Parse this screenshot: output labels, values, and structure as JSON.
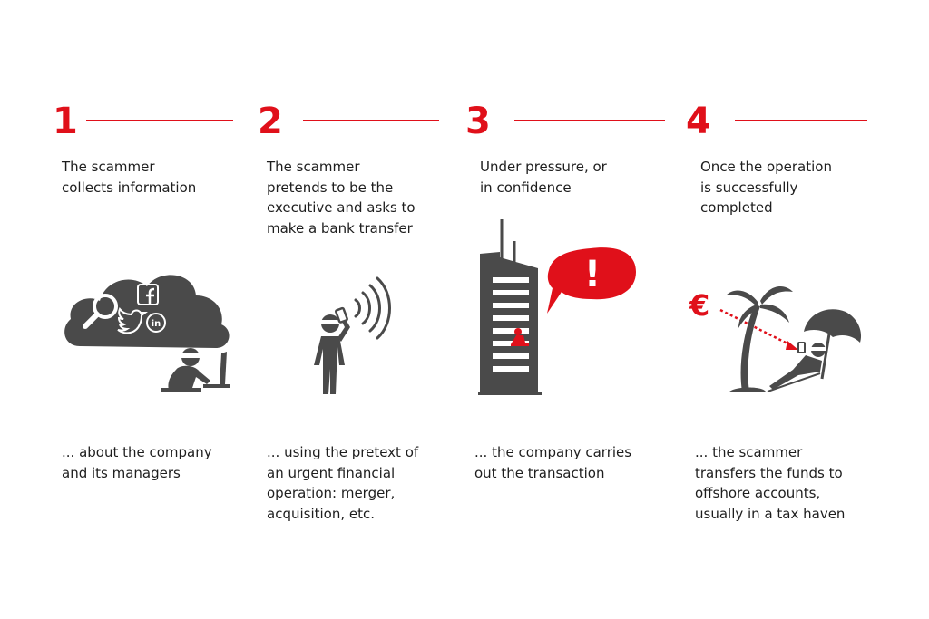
{
  "steps": [
    {
      "number": "1",
      "top_text": "The scammer\ncollects information",
      "bottom_text": "... about the company\nand its managers",
      "illustration": "cloud-social-media-and-hacker-at-computer"
    },
    {
      "number": "2",
      "top_text": "The scammer\npretends to be the\nexecutive and asks to\nmake a bank transfer",
      "bottom_text": "... using the pretext of\nan urgent financial\noperation: merger,\nacquisition, etc.",
      "illustration": "hacker-on-phone-call"
    },
    {
      "number": "3",
      "top_text": "Under pressure, or\nin confidence",
      "bottom_text": "... the company carries\nout the transaction",
      "illustration": "office-tower-with-alert-speech-bubble"
    },
    {
      "number": "4",
      "top_text": "Once the operation\nis successfully\ncompleted",
      "bottom_text": "...  the scammer\ntransfers the funds to\noffshore accounts,\nusually in a tax haven",
      "illustration": "euro-transfer-to-palm-beach"
    }
  ],
  "icons": {
    "euro_symbol": "€",
    "alert_symbol": "!",
    "linkedin_text": "in"
  },
  "colors": {
    "accent_red": "#e0101a",
    "icon_gray": "#4a4a4a",
    "text": "#1e1e1e"
  }
}
